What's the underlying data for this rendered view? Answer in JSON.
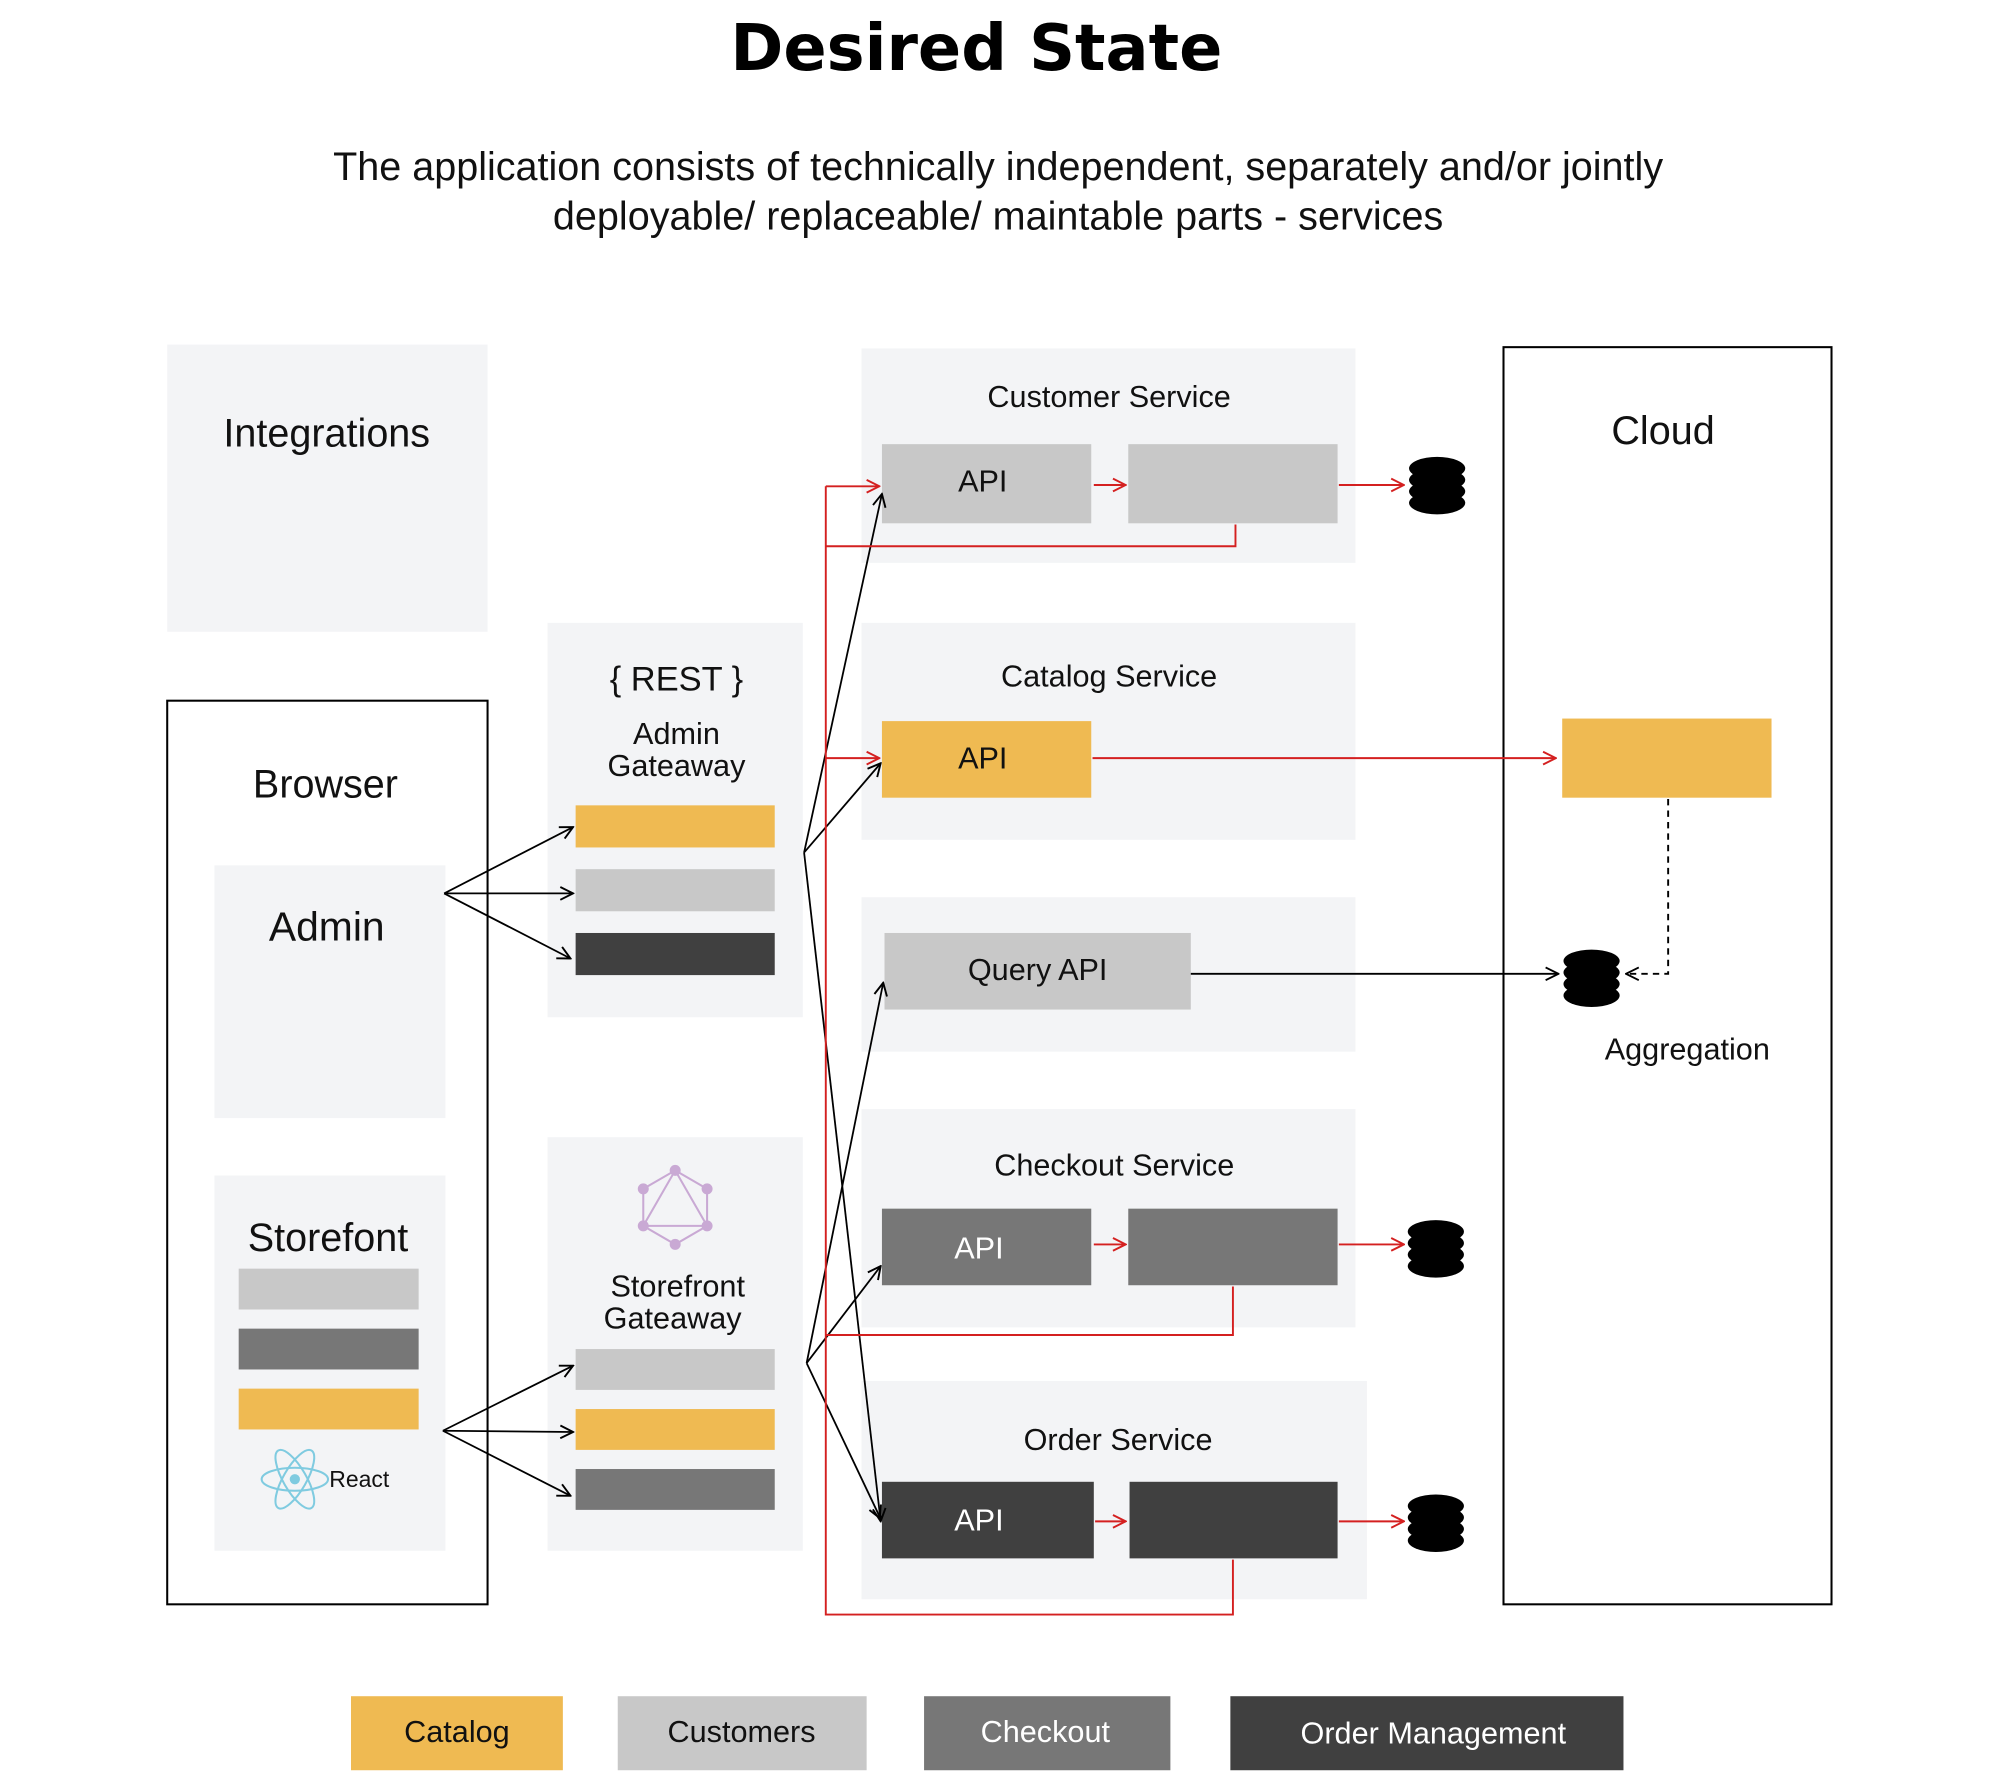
{
  "header": {
    "title": "Desired State",
    "subtitle_line1": "The application consists of technically independent, separately and/or jointly",
    "subtitle_line2": "deployable/ replaceable/ maintable parts - services"
  },
  "colors": {
    "catalog": "#efba52",
    "customers": "#c8c8c8",
    "checkout": "#777777",
    "order_management": "#404040",
    "panel": "#f3f4f6",
    "red_flow": "#d42020",
    "graphql": "#c9a9d4",
    "react": "#7fcbe0"
  },
  "integrations": {
    "label": "Integrations"
  },
  "browser": {
    "label": "Browser",
    "admin": {
      "label": "Admin"
    },
    "storefront": {
      "label": "Storefont",
      "framework_label": "React",
      "framework_icon": "react-icon"
    }
  },
  "gateways": {
    "admin": {
      "protocol": "{ REST }",
      "label_line1": "Admin",
      "label_line2": "Gateaway"
    },
    "storefront": {
      "protocol_icon": "graphql-icon",
      "label_line1": "Storefront",
      "label_line2": "Gateaway"
    }
  },
  "services": [
    {
      "name": "Customer Service",
      "api_label": "API",
      "domain": "customers"
    },
    {
      "name": "Catalog Service",
      "api_label": "API",
      "domain": "catalog"
    },
    {
      "name": "",
      "api_label": "Query API",
      "domain": "customers"
    },
    {
      "name": "Checkout Service",
      "api_label": "API",
      "domain": "checkout"
    },
    {
      "name": "Order Service",
      "api_label": "API",
      "domain": "order_management"
    }
  ],
  "cloud": {
    "label": "Cloud",
    "aggregation_label": "Aggregation"
  },
  "legend": [
    {
      "label": "Catalog",
      "domain": "catalog"
    },
    {
      "label": "Customers",
      "domain": "customers"
    },
    {
      "label": "Checkout",
      "domain": "checkout"
    },
    {
      "label": "Order Management",
      "domain": "order_management"
    }
  ]
}
